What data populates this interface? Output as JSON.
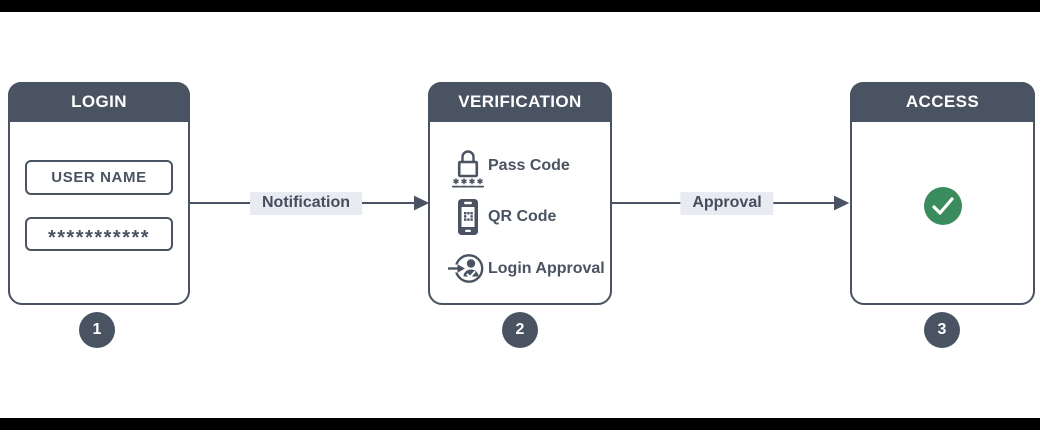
{
  "steps": [
    {
      "name": "login",
      "title": "LOGIN",
      "number": "1",
      "username": "USER NAME",
      "password": "***********"
    },
    {
      "name": "verification",
      "title": "VERIFICATION",
      "number": "2",
      "methods": [
        {
          "icon": "passcode-lock-icon",
          "label": "Pass Code"
        },
        {
          "icon": "qr-phone-icon",
          "label": "QR Code"
        },
        {
          "icon": "login-approval-icon",
          "label": "Login Approval"
        }
      ]
    },
    {
      "name": "access",
      "title": "ACCESS",
      "number": "3",
      "status_icon": "success-check-icon"
    }
  ],
  "edges": [
    {
      "label": "Notification"
    },
    {
      "label": "Approval"
    }
  ],
  "colors": {
    "slate": "#4a5362",
    "edge_label_bg": "#e9ebf3",
    "success_green": "#3a8b5e",
    "header_text": "#ffffff"
  }
}
